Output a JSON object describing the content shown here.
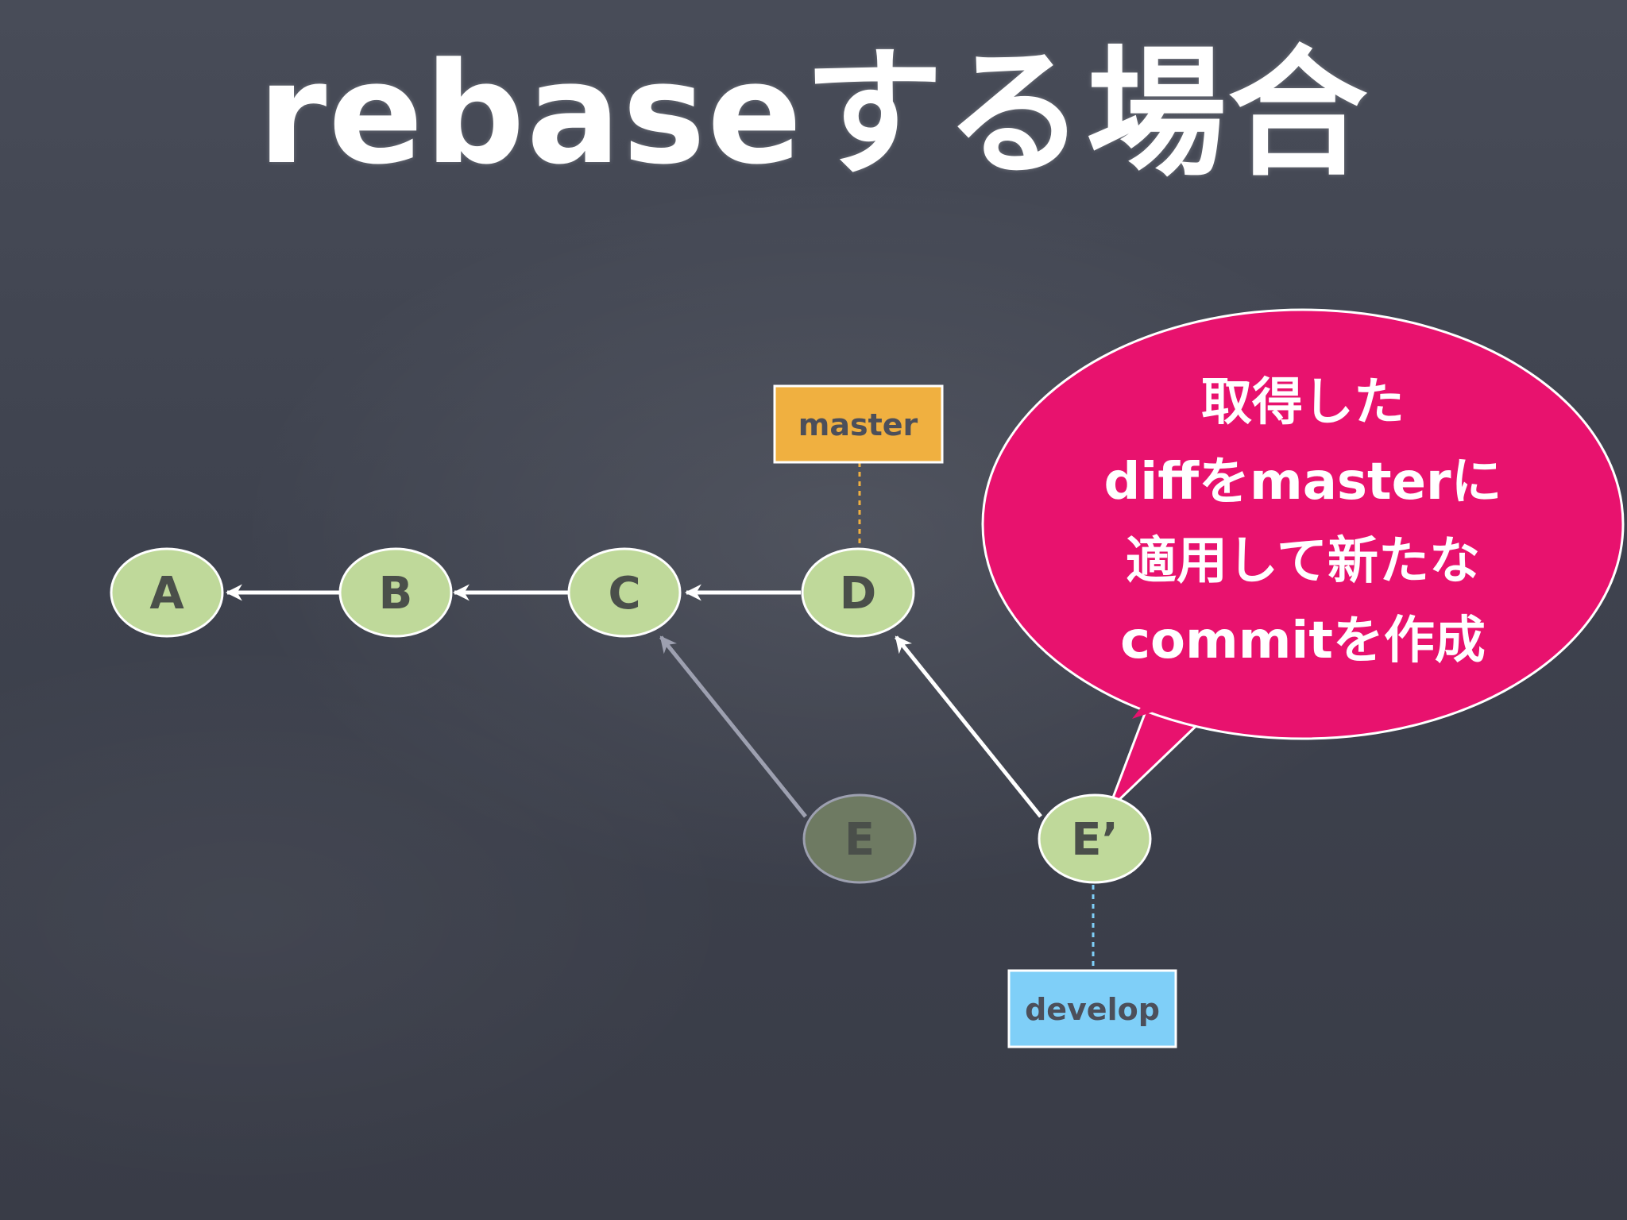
{
  "title": "rebaseする場合",
  "nodes": {
    "A": "A",
    "B": "B",
    "C": "C",
    "D": "D",
    "E": "E",
    "E_prime": "E’"
  },
  "branches": {
    "master": "master",
    "develop": "develop"
  },
  "callout": {
    "lines": [
      "取得した",
      "diffをmasterに",
      "適用して新たな",
      "commitを作成"
    ]
  },
  "colors": {
    "background": "#3f4350",
    "node_fill": "#bfd99a",
    "node_fill_faded": "#6e7a62",
    "master_tag": "#f0b040",
    "develop_tag": "#7fcff8",
    "callout": "#e8126e",
    "arrow": "#ffffff"
  }
}
